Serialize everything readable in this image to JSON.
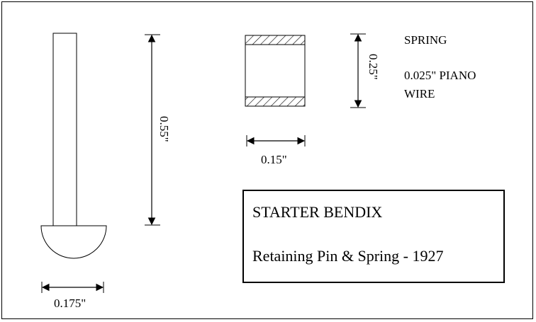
{
  "drawing": {
    "pin": {
      "length_label": "0.55\"",
      "diameter_label": "0.175\""
    },
    "spring": {
      "title": "SPRING",
      "material_line1": "0.025\" PIANO",
      "material_line2": "WIRE",
      "length_label": "0.25\"",
      "width_label": "0.15\""
    },
    "title_block": {
      "line1": "STARTER BENDIX",
      "line2": "Retaining Pin & Spring - 1927"
    }
  }
}
